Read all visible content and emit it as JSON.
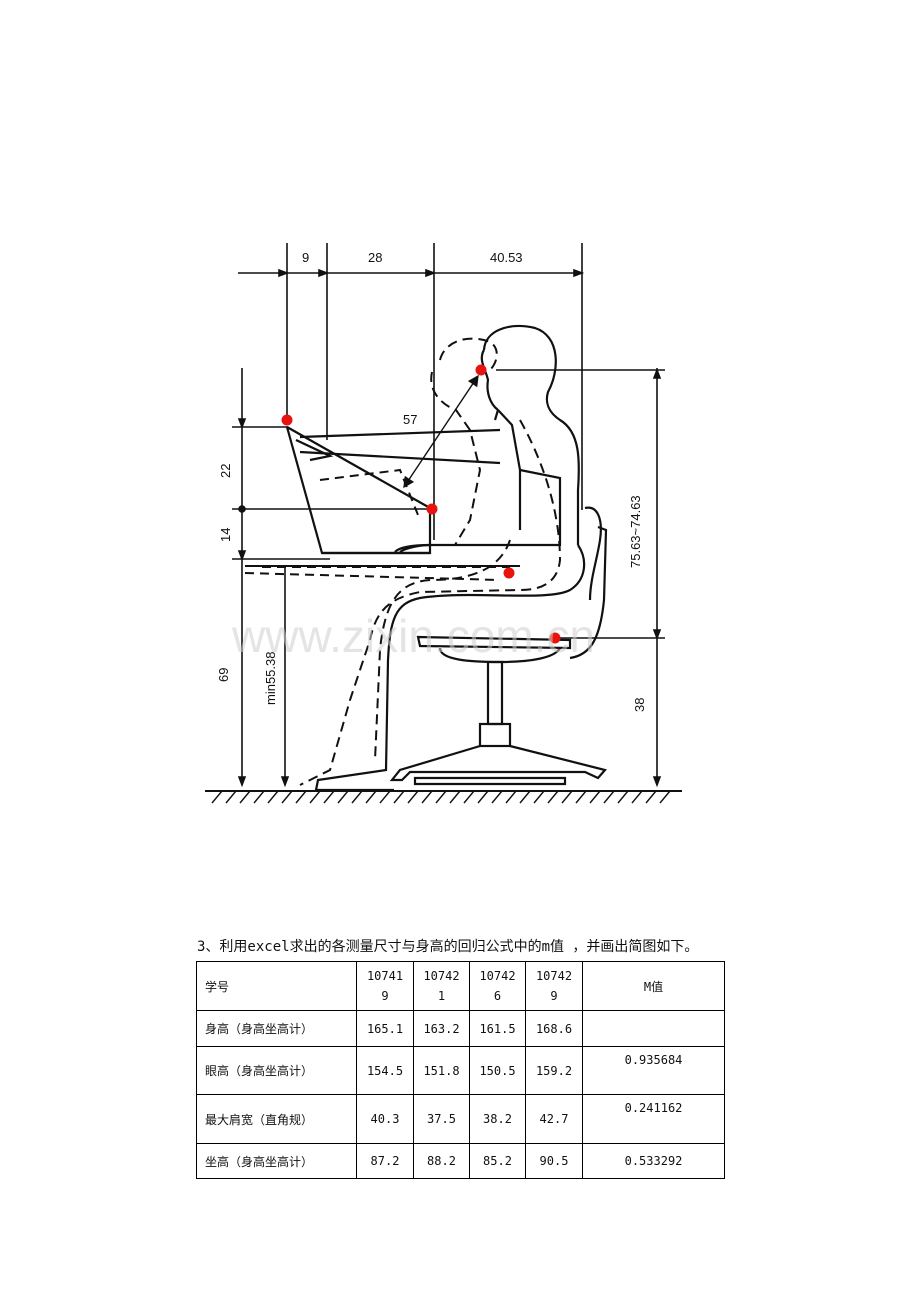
{
  "figure": {
    "dimensions": {
      "top_1": "9",
      "top_2": "28",
      "top_3": "40.53",
      "reach": "57",
      "left_22": "22",
      "left_14": "14",
      "left_69": "69",
      "min_height": "min55.38",
      "eye_range": "75.63~74.63",
      "seat_height": "38"
    },
    "watermark": "www.zixin.com.cn",
    "marker_color": "#e8130f"
  },
  "caption": "3、利用excel求出的各测量尺寸与身高的回归公式中的m值 ，并画出简图如下。",
  "table": {
    "header": {
      "label": "学号",
      "ids": [
        {
          "line1": "10741",
          "line2": "9"
        },
        {
          "line1": "10742",
          "line2": "1"
        },
        {
          "line1": "10742",
          "line2": "6"
        },
        {
          "line1": "10742",
          "line2": "9"
        }
      ],
      "m_label": "M值"
    },
    "rows": [
      {
        "label": "身高（身高坐高计）",
        "values": [
          "165.1",
          "163.2",
          "161.5",
          "168.6"
        ],
        "m": ""
      },
      {
        "label": "眼高（身高坐高计）",
        "values": [
          "154.5",
          "151.8",
          "150.5",
          "159.2"
        ],
        "m": "0.935684"
      },
      {
        "label": "最大肩宽（直角规）",
        "values": [
          "40.3",
          "37.5",
          "38.2",
          "42.7"
        ],
        "m": "0.241162"
      },
      {
        "label": "坐高（身高坐高计）",
        "values": [
          "87.2",
          "88.2",
          "85.2",
          "90.5"
        ],
        "m": "0.533292"
      }
    ]
  }
}
